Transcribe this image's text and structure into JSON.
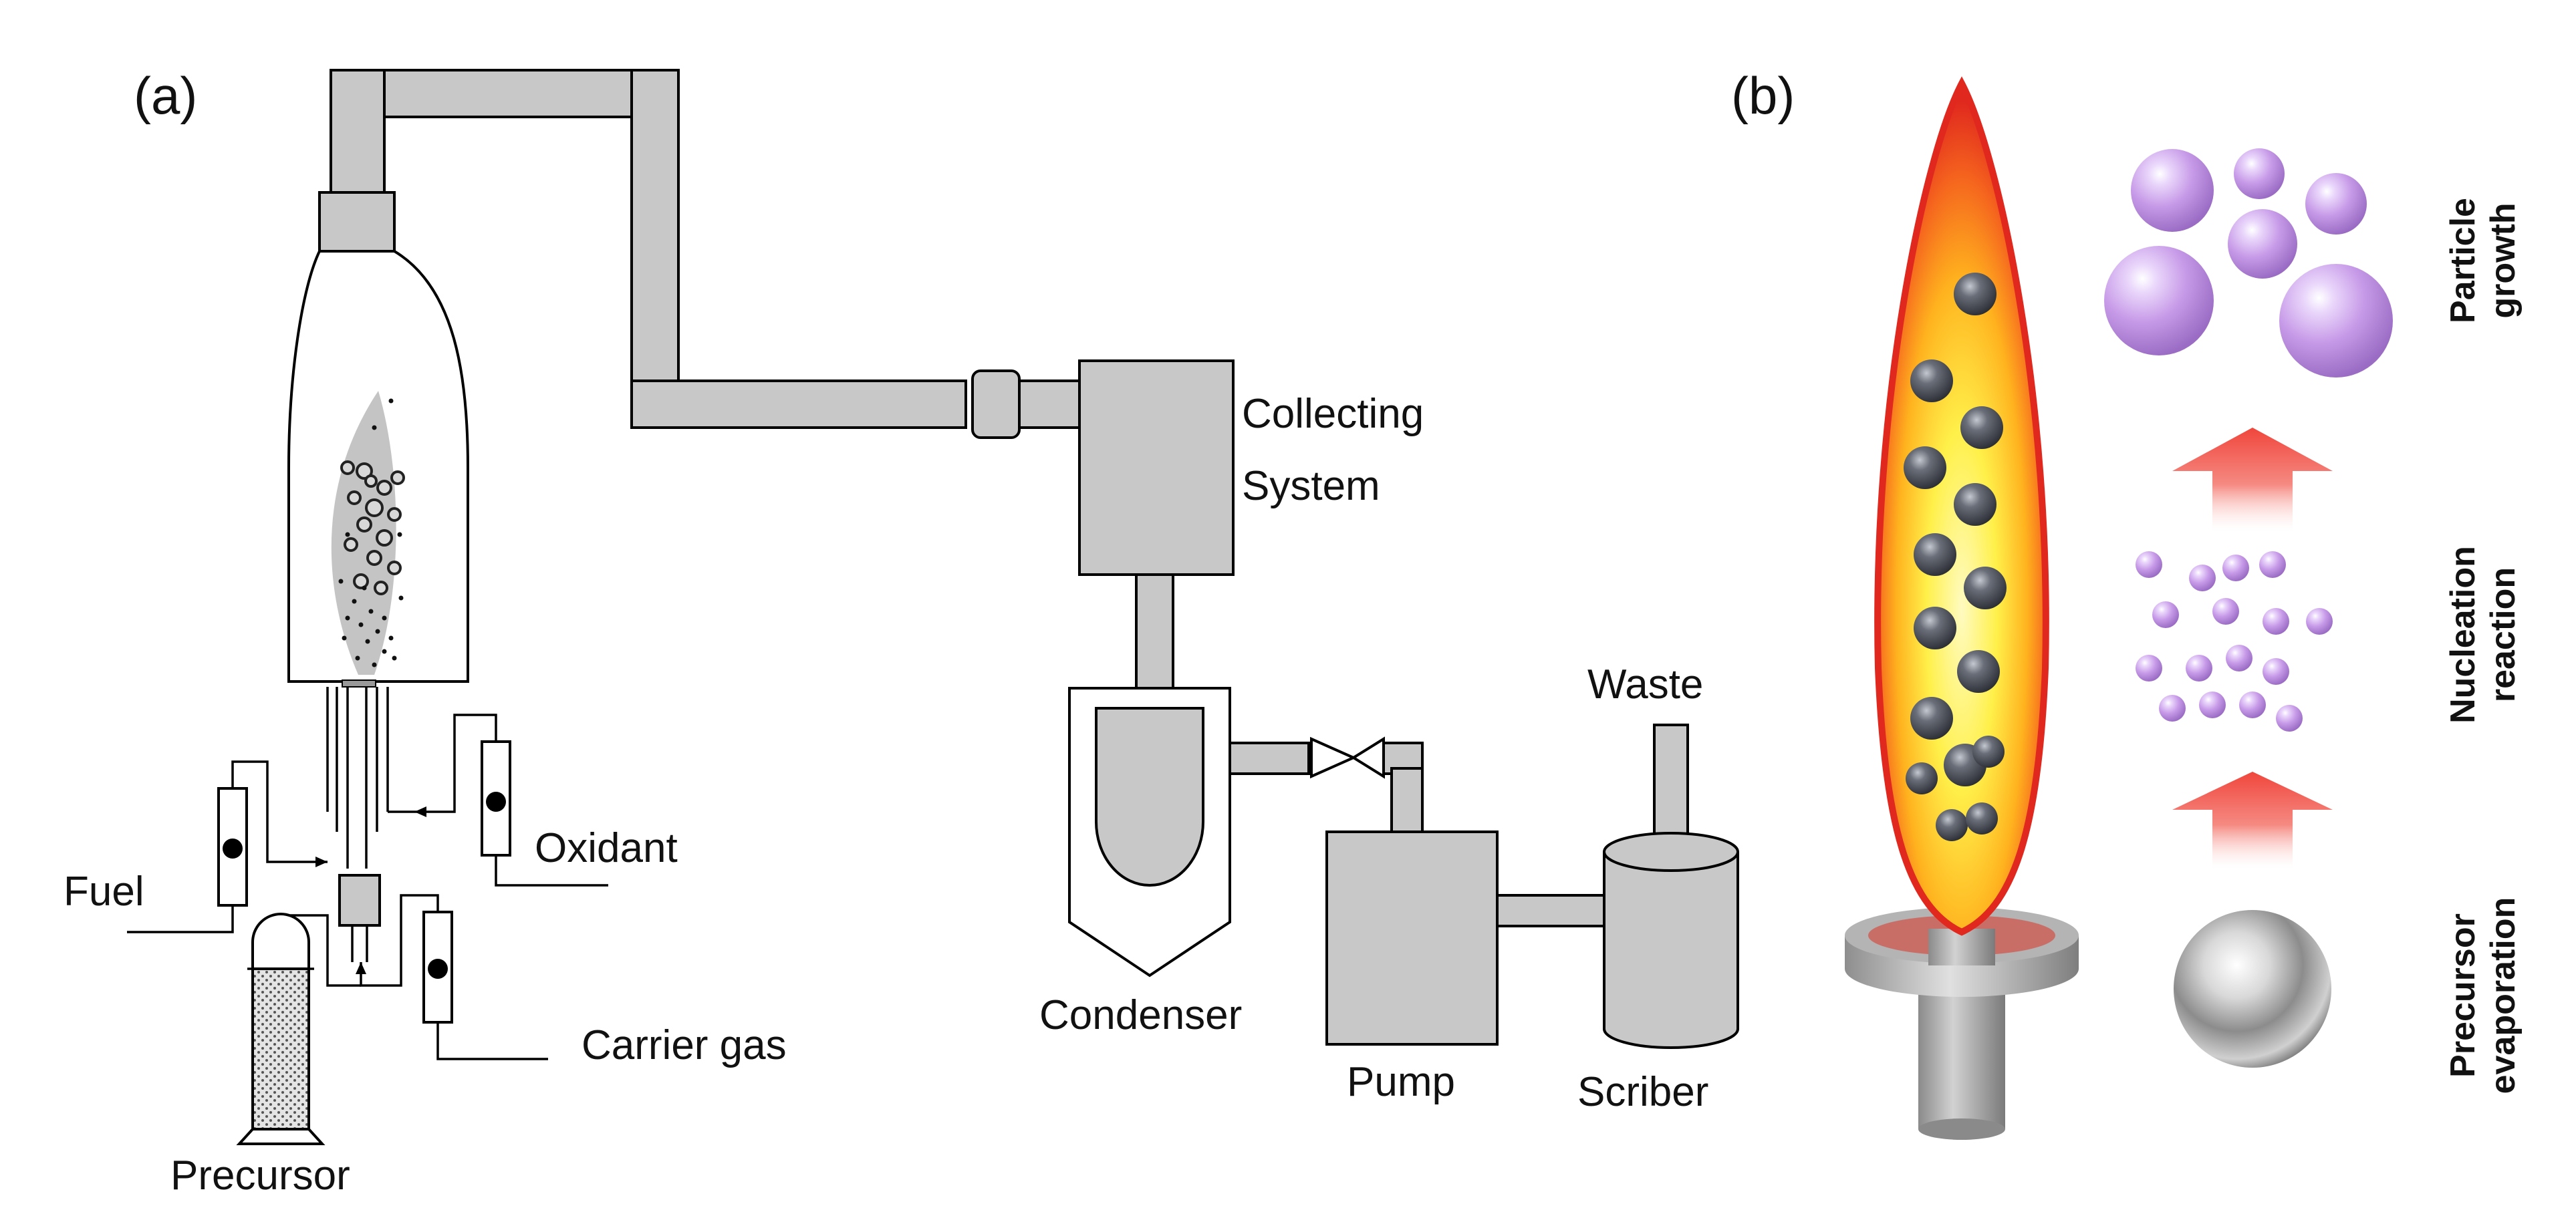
{
  "panel_a": {
    "label": "(a)",
    "components": {
      "collecting_system": [
        "Collecting",
        "System"
      ],
      "condenser": "Condenser",
      "pump": "Pump",
      "scriber": "Scriber",
      "waste": "Waste",
      "fuel": "Fuel",
      "oxidant": "Oxidant",
      "carrier_gas": "Carrier gas",
      "precursor": "Precursor"
    }
  },
  "panel_b": {
    "label": "(b)",
    "stages": {
      "growth": [
        "Particle",
        "growth"
      ],
      "nucleation": [
        "Nucleation",
        "reaction"
      ],
      "evaporation": [
        "Precursor",
        "evaporation"
      ]
    }
  },
  "colors": {
    "equipment_gray": "#c8c8c8",
    "flame_outer": "#e8321e",
    "flame_core": "#fff04a",
    "particle_purple": "#c79ae8",
    "arrow_red": "#f0463c",
    "nanoparticle_dark": "#4a4e58"
  }
}
